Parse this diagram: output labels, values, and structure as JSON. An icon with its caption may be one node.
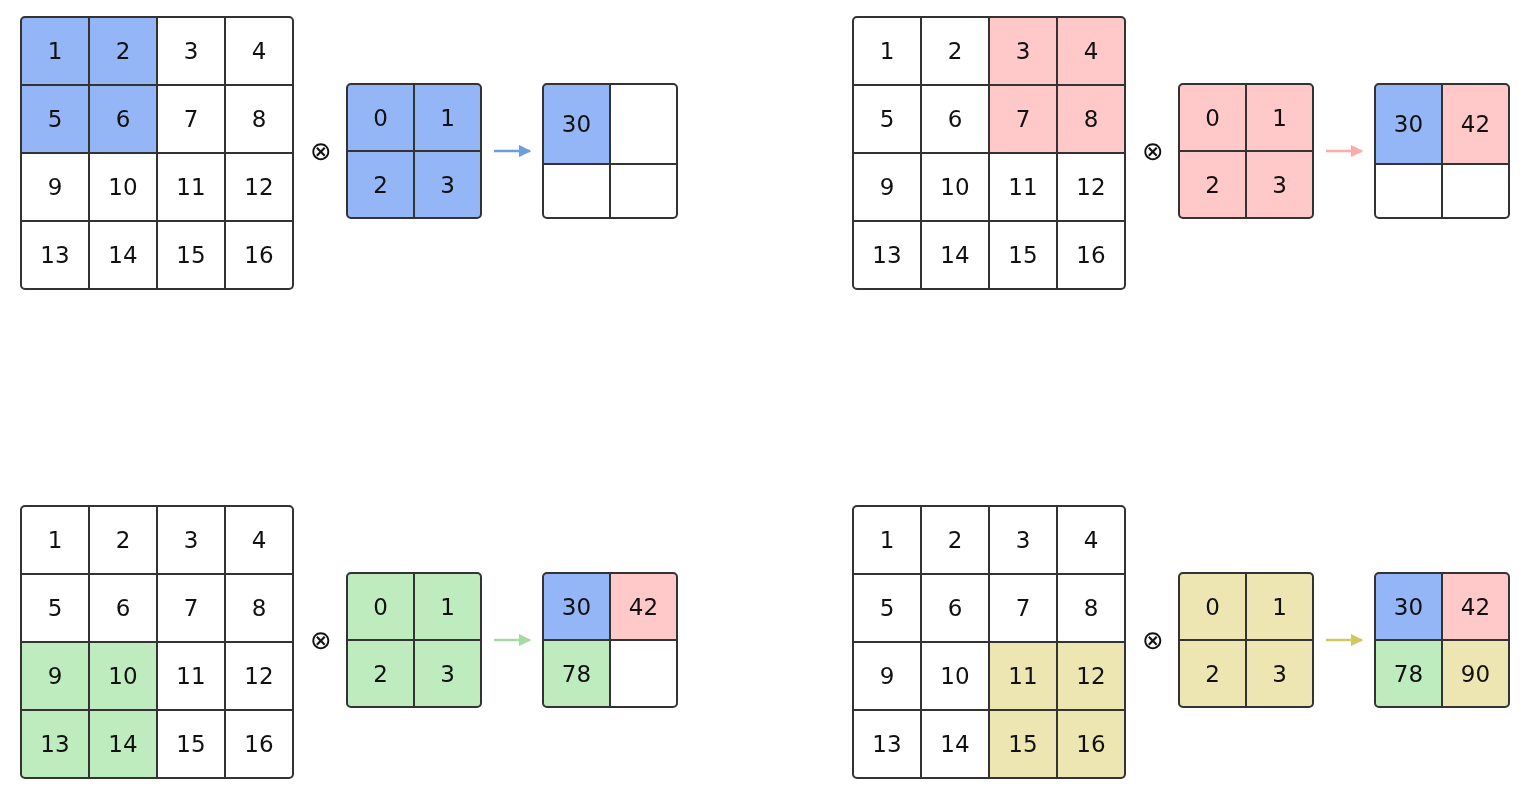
{
  "diagram": {
    "nodes": [
      {
        "text": [],
        "shape": "box"
      },
      {
        "text": [
          "1"
        ],
        "in": 0
      },
      {
        "text": [
          "2"
        ],
        "in": 0
      },
      {
        "text": [
          "3"
        ],
        "in": 0
      },
      {
        "text": [
          "4"
        ],
        "in": 0
      },
      {
        "text": [
          "5"
        ],
        "in": 0
      },
      {
        "text": [
          "6"
        ],
        "in": 0
      },
      {
        "text": [
          "7"
        ],
        "in": 0
      },
      {
        "text": [
          "8"
        ],
        "in": 0
      },
      {
        "text": [
          "9"
        ],
        "in": 0
      },
      {
        "text": [
          "10"
        ],
        "in": 0
      },
      {
        "text": [
          "11"
        ],
        "in": 0
      },
      {
        "text": [
          "12"
        ],
        "in": 0
      },
      {
        "text": [
          "13"
        ],
        "in": 0
      },
      {
        "text": [
          "14"
        ],
        "in": 0
      },
      {
        "text": [
          "15"
        ],
        "in": 0
      },
      {
        "text": [
          "16"
        ],
        "in": 0
      },
      {
        "text": [],
        "shape": "box"
      },
      {
        "text": [
          "0"
        ],
        "in": 17
      },
      {
        "text": [
          "1"
        ],
        "in": 17
      },
      {
        "text": [
          "2"
        ],
        "in": 17
      },
      {
        "text": [
          "3"
        ],
        "in": 17
      },
      {
        "text": [],
        "shape": "box"
      },
      {
        "text": [
          "30"
        ],
        "in": 22
      },
      {
        "text": [],
        "shape": "box",
        "in": 22
      },
      {
        "text": [],
        "shape": "box",
        "in": 22
      },
      {
        "text": [],
        "shape": "box",
        "in": 22
      },
      {
        "text": [],
        "shape": "box"
      },
      {
        "text": [
          "1"
        ],
        "in": 27
      },
      {
        "text": [
          "2"
        ],
        "in": 27
      },
      {
        "text": [
          "3"
        ],
        "in": 27
      },
      {
        "text": [
          "4"
        ],
        "in": 27
      },
      {
        "text": [
          "5"
        ],
        "in": 27
      },
      {
        "text": [
          "6"
        ],
        "in": 27
      },
      {
        "text": [
          "7"
        ],
        "in": 27
      },
      {
        "text": [
          "8"
        ],
        "in": 27
      },
      {
        "text": [
          "9"
        ],
        "in": 27
      },
      {
        "text": [
          "10"
        ],
        "in": 27
      },
      {
        "text": [
          "11"
        ],
        "in": 27
      },
      {
        "text": [
          "12"
        ],
        "in": 27
      },
      {
        "text": [
          "13"
        ],
        "in": 27
      },
      {
        "text": [
          "14"
        ],
        "in": 27
      },
      {
        "text": [
          "15"
        ],
        "in": 27
      },
      {
        "text": [
          "16"
        ],
        "in": 27
      },
      {
        "text": [],
        "shape": "box"
      },
      {
        "text": [
          "0"
        ],
        "in": 44
      },
      {
        "text": [
          "1"
        ],
        "in": 44
      },
      {
        "text": [
          "2"
        ],
        "in": 44
      },
      {
        "text": [
          "3"
        ],
        "in": 44
      },
      {
        "text": [],
        "shape": "box"
      },
      {
        "text": [
          "30"
        ],
        "in": 49
      },
      {
        "text": [
          "42"
        ],
        "in": 49
      },
      {
        "text": [],
        "shape": "box",
        "in": 49
      },
      {
        "text": [],
        "shape": "box",
        "in": 49
      },
      {
        "text": [],
        "shape": "box"
      },
      {
        "text": [
          "1"
        ],
        "in": 54
      },
      {
        "text": [
          "2"
        ],
        "in": 54
      },
      {
        "text": [
          "3"
        ],
        "in": 54
      },
      {
        "text": [
          "4"
        ],
        "in": 54
      },
      {
        "text": [
          "5"
        ],
        "in": 54
      },
      {
        "text": [
          "6"
        ],
        "in": 54
      },
      {
        "text": [
          "7"
        ],
        "in": 54
      },
      {
        "text": [
          "8"
        ],
        "in": 54
      },
      {
        "text": [
          "9"
        ],
        "in": 54
      },
      {
        "text": [
          "10"
        ],
        "in": 54
      },
      {
        "text": [
          "11"
        ],
        "in": 54
      },
      {
        "text": [
          "12"
        ],
        "in": 54
      },
      {
        "text": [
          "13"
        ],
        "in": 54
      },
      {
        "text": [
          "14"
        ],
        "in": 54
      },
      {
        "text": [
          "15"
        ],
        "in": 54
      },
      {
        "text": [
          "16"
        ],
        "in": 54
      },
      {
        "text": [],
        "shape": "box"
      },
      {
        "text": [
          "0"
        ],
        "in": 71
      },
      {
        "text": [
          "1"
        ],
        "in": 71
      },
      {
        "text": [
          "2"
        ],
        "in": 71
      },
      {
        "text": [
          "3"
        ],
        "in": 71
      },
      {
        "text": [],
        "shape": "box"
      },
      {
        "text": [
          "30"
        ],
        "in": 76
      },
      {
        "text": [
          "42"
        ],
        "in": 76
      },
      {
        "text": [
          "78"
        ],
        "in": 76
      },
      {
        "text": [],
        "shape": "box",
        "in": 76
      },
      {
        "text": [],
        "shape": "box"
      },
      {
        "text": [
          "1"
        ],
        "in": 81
      },
      {
        "text": [
          "2"
        ],
        "in": 81
      },
      {
        "text": [
          "3"
        ],
        "in": 81
      },
      {
        "text": [
          "4"
        ],
        "in": 81
      },
      {
        "text": [
          "5"
        ],
        "in": 81
      },
      {
        "text": [
          "6"
        ],
        "in": 81
      },
      {
        "text": [
          "7"
        ],
        "in": 81
      },
      {
        "text": [
          "8"
        ],
        "in": 81
      },
      {
        "text": [
          "9"
        ],
        "in": 81
      },
      {
        "text": [
          "10"
        ],
        "in": 81
      },
      {
        "text": [
          "11"
        ],
        "in": 81
      },
      {
        "text": [
          "12"
        ],
        "in": 81
      },
      {
        "text": [
          "13"
        ],
        "in": 81
      },
      {
        "text": [
          "14"
        ],
        "in": 81
      },
      {
        "text": [
          "15"
        ],
        "in": 81
      },
      {
        "text": [
          "16"
        ],
        "in": 81
      },
      {
        "text": [],
        "shape": "box"
      },
      {
        "text": [
          "0"
        ],
        "in": 98
      },
      {
        "text": [
          "1"
        ],
        "in": 98
      },
      {
        "text": [
          "2"
        ],
        "in": 98
      },
      {
        "text": [
          "3"
        ],
        "in": 98
      },
      {
        "text": [],
        "shape": "box"
      },
      {
        "text": [
          "30"
        ],
        "in": 103
      },
      {
        "text": [
          "42"
        ],
        "in": 103
      },
      {
        "text": [
          "78"
        ],
        "in": 103
      },
      {
        "text": [
          "90"
        ],
        "in": 103
      }
    ],
    "edges": [
      {
        "from": 17,
        "to": 22,
        "arrow": "to",
        "color": "#6c9de0"
      },
      {
        "from": 44,
        "to": 49,
        "arrow": "to",
        "color": "#ffa9a9"
      },
      {
        "from": 71,
        "to": 76,
        "arrow": "to",
        "color": "#a6d9a6"
      },
      {
        "from": 98,
        "to": 103,
        "arrow": "to",
        "color": "#cfc85e"
      }
    ],
    "labels": [
      "⊗",
      "⊗",
      "⊗",
      "⊗"
    ]
  }
}
